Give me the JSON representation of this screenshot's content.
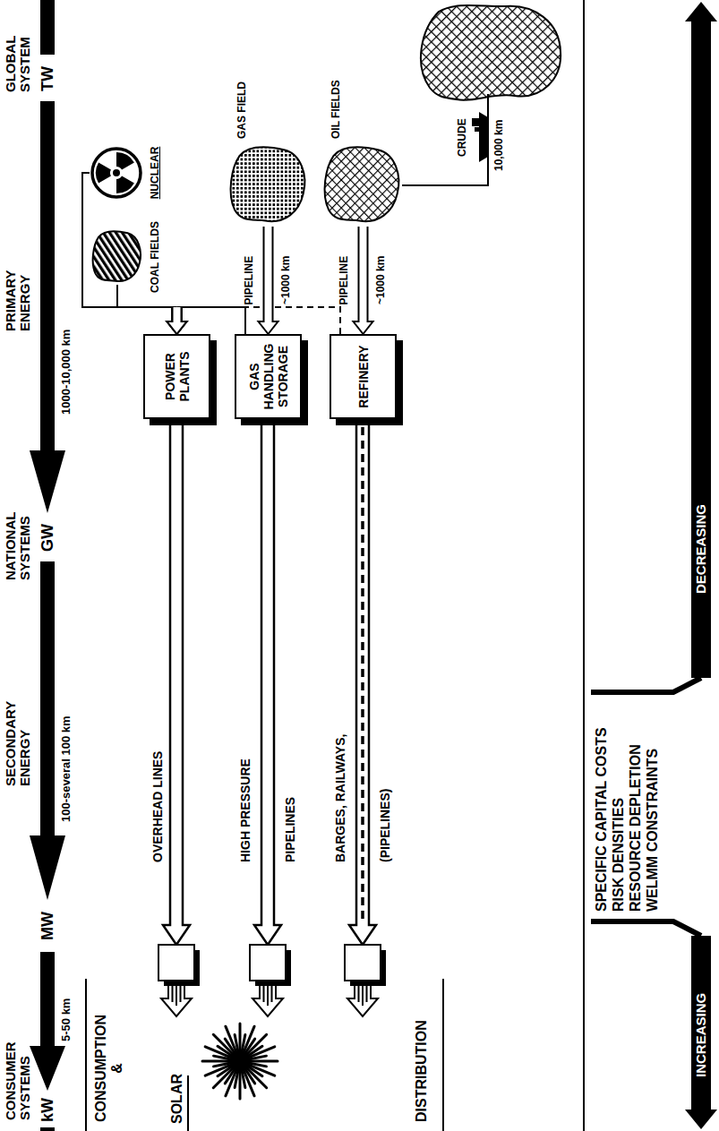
{
  "diagram": {
    "nodes": [
      {
        "text": [
          "POWER PLANTS"
        ]
      },
      {
        "text": [
          "GAS HANDLING STORAGE"
        ]
      },
      {
        "text": [
          "REFINERY"
        ]
      },
      {
        "text": [
          "NUCLEAR"
        ]
      },
      {
        "text": [
          "COAL FIELDS"
        ]
      },
      {
        "text": [
          "GAS FIELD"
        ]
      },
      {
        "text": [
          "OIL FIELDS"
        ]
      }
    ],
    "edges": [
      {
        "from": 3,
        "to": 0,
        "arrow": "to"
      },
      {
        "from": 4,
        "to": 0,
        "arrow": "to"
      },
      {
        "from": 1,
        "to": 0,
        "arrow": "to"
      },
      {
        "from": 2,
        "to": 0,
        "arrow": "to"
      },
      {
        "from": 5,
        "to": 1,
        "label": "PIPELINE",
        "arrow": "to"
      },
      {
        "from": 6,
        "to": 2,
        "label": "PIPELINE",
        "arrow": "to"
      }
    ],
    "labels": [
      "GLOBAL SYSTEM",
      "PRIMARY ENERGY",
      "NATIONAL SYSTEMS",
      "SECONDARY ENERGY",
      "CONSUMER SYSTEMS",
      "TW",
      "GW",
      "MW",
      "kW",
      "1000-10,000 km",
      "100-several 100 km",
      "5-50 km",
      "~1000 km",
      "~1000 km",
      "CRUDE",
      "10,000 km",
      "OVERHEAD LINES",
      "HIGH PRESSURE",
      "PIPELINES",
      "BARGES, RAILWAYS,",
      "(PIPELINES)",
      "CONSUMPTION &",
      "SOLAR",
      "DISTRIBUTION",
      "SPECIFIC CAPITAL COSTS",
      "RISK DENSITIES",
      "RESOURCE DEPLETION",
      "WELMM CONSTRAINTS",
      "INCREASING",
      "DECREASING"
    ]
  }
}
